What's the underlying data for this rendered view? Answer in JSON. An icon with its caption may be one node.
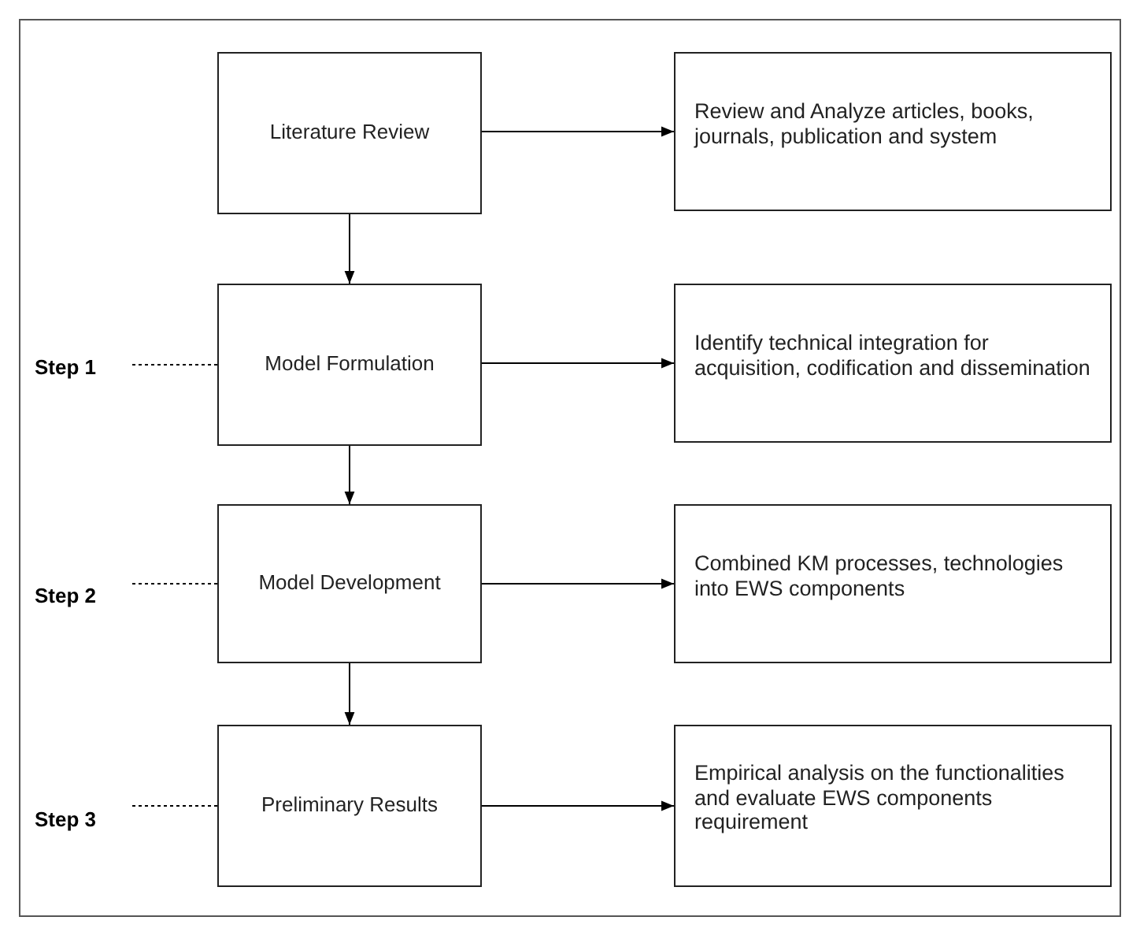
{
  "diagram": {
    "nodes": [
      {
        "text": [
          "Literature Review"
        ]
      },
      {
        "text": [
          "Review and Analyze articles, books, journals, publication and system"
        ]
      },
      {
        "text": [
          "Step 1"
        ]
      },
      {
        "text": [
          "Model Formulation"
        ]
      },
      {
        "text": [
          "Identify technical integration for acquisition, codification and dissemination"
        ]
      },
      {
        "text": [
          "Step 2"
        ]
      },
      {
        "text": [
          "Model Development"
        ]
      },
      {
        "text": [
          "Combined KM processes, technologies into EWS components"
        ]
      },
      {
        "text": [
          "Step 3"
        ]
      },
      {
        "text": [
          "Preliminary Results"
        ]
      },
      {
        "text": [
          "Empirical analysis on the functionalities and evaluate EWS components requirement"
        ]
      }
    ],
    "edges": [
      {
        "from": 0,
        "to": 1,
        "arrow": "to"
      },
      {
        "from": 0,
        "to": 3,
        "arrow": "to"
      },
      {
        "from": 2,
        "to": 3,
        "arrow": "none",
        "style": "dashed"
      },
      {
        "from": 3,
        "to": 4,
        "arrow": "to"
      },
      {
        "from": 3,
        "to": 6,
        "arrow": "to"
      },
      {
        "from": 5,
        "to": 6,
        "arrow": "none",
        "style": "dashed"
      },
      {
        "from": 6,
        "to": 7,
        "arrow": "to"
      },
      {
        "from": 6,
        "to": 9,
        "arrow": "to"
      },
      {
        "from": 8,
        "to": 9,
        "arrow": "none",
        "style": "dashed"
      },
      {
        "from": 9,
        "to": 10,
        "arrow": "to"
      }
    ]
  }
}
